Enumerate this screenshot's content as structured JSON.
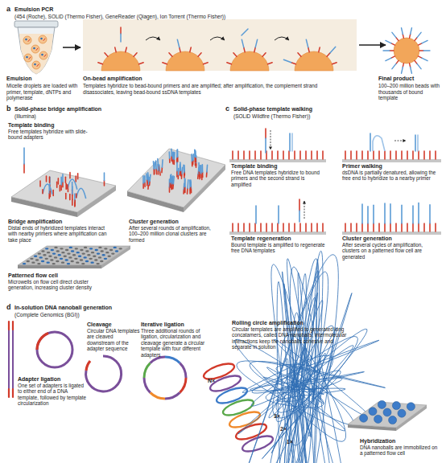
{
  "diagram": {
    "nodes": [
      {
        "text": [
          "Emulsion",
          "Micelle droplets are loaded with primer, template, dNTPs and polymerase"
        ]
      },
      {
        "text": [
          "On-bead amplification",
          "Templates hybridize to bead-bound primers and are amplified; after amplification, the complement strand disassociates, leaving bead-bound ssDNA templates"
        ]
      },
      {
        "text": [
          "Final product",
          "100–200 million beads with thousands of bound template"
        ]
      }
    ],
    "edges": [
      {
        "from": 0,
        "to": 1,
        "arrow": "to"
      },
      {
        "from": 1,
        "to": 2,
        "arrow": "to"
      }
    ],
    "labels": [
      "a",
      "Emulsion PCR",
      "(454 (Roche), SOLiD (Thermo Fisher), GeneReader (Qiagen), Ion Torrent (Thermo Fisher))",
      "b",
      "Solid-phase bridge amplification",
      "(Illumina)",
      "Template binding",
      "Free templates hybridize with slide-bound adapters",
      "Bridge amplification",
      "Distal ends of hybridized templates interact with nearby primers where amplification can take place",
      "Cluster generation",
      "After several rounds of amplification, 100–200 million clonal clusters are formed",
      "Patterned flow cell",
      "Microwells on flow cell direct cluster generation, increasing cluster density",
      "c",
      "Solid-phase template walking",
      "(SOLiD Wildfire (Thermo Fisher))",
      "Template binding",
      "Free DNA templates hybridize to bound primers and the second strand is amplified",
      "Primer walking",
      "dsDNA is partially denatured, allowing the free end to hybridize to a nearby primer",
      "Template regeneration",
      "Bound template is amplified to regenerate free DNA templates",
      "Cluster generation",
      "After several cycles of amplification, clusters on a patterned flow cell are generated",
      "d",
      "In-solution DNA nanoball generation",
      "(Complete Genomics (BGI))",
      "Adapter ligation",
      "One set of adapters is ligated to either end of a DNA template, followed by template circularization",
      "Cleavage",
      "Circular DNA templates are cleaved downstream of the adapter sequence",
      "Iterative ligation",
      "Three additional rounds of ligation, circularization and cleavage generate a circular template with four different adapters",
      "Rolling circle amplification",
      "Circular templates are amplified to generated long concatamers, called DNA nanoballs; intermolecular interactions keep the nanoballs cohesive and separate in solution",
      "Hybridization",
      "DNA nanoballs are immobilized on a patterned flow cell",
      "N×",
      "3×",
      "2×",
      "1×"
    ]
  }
}
